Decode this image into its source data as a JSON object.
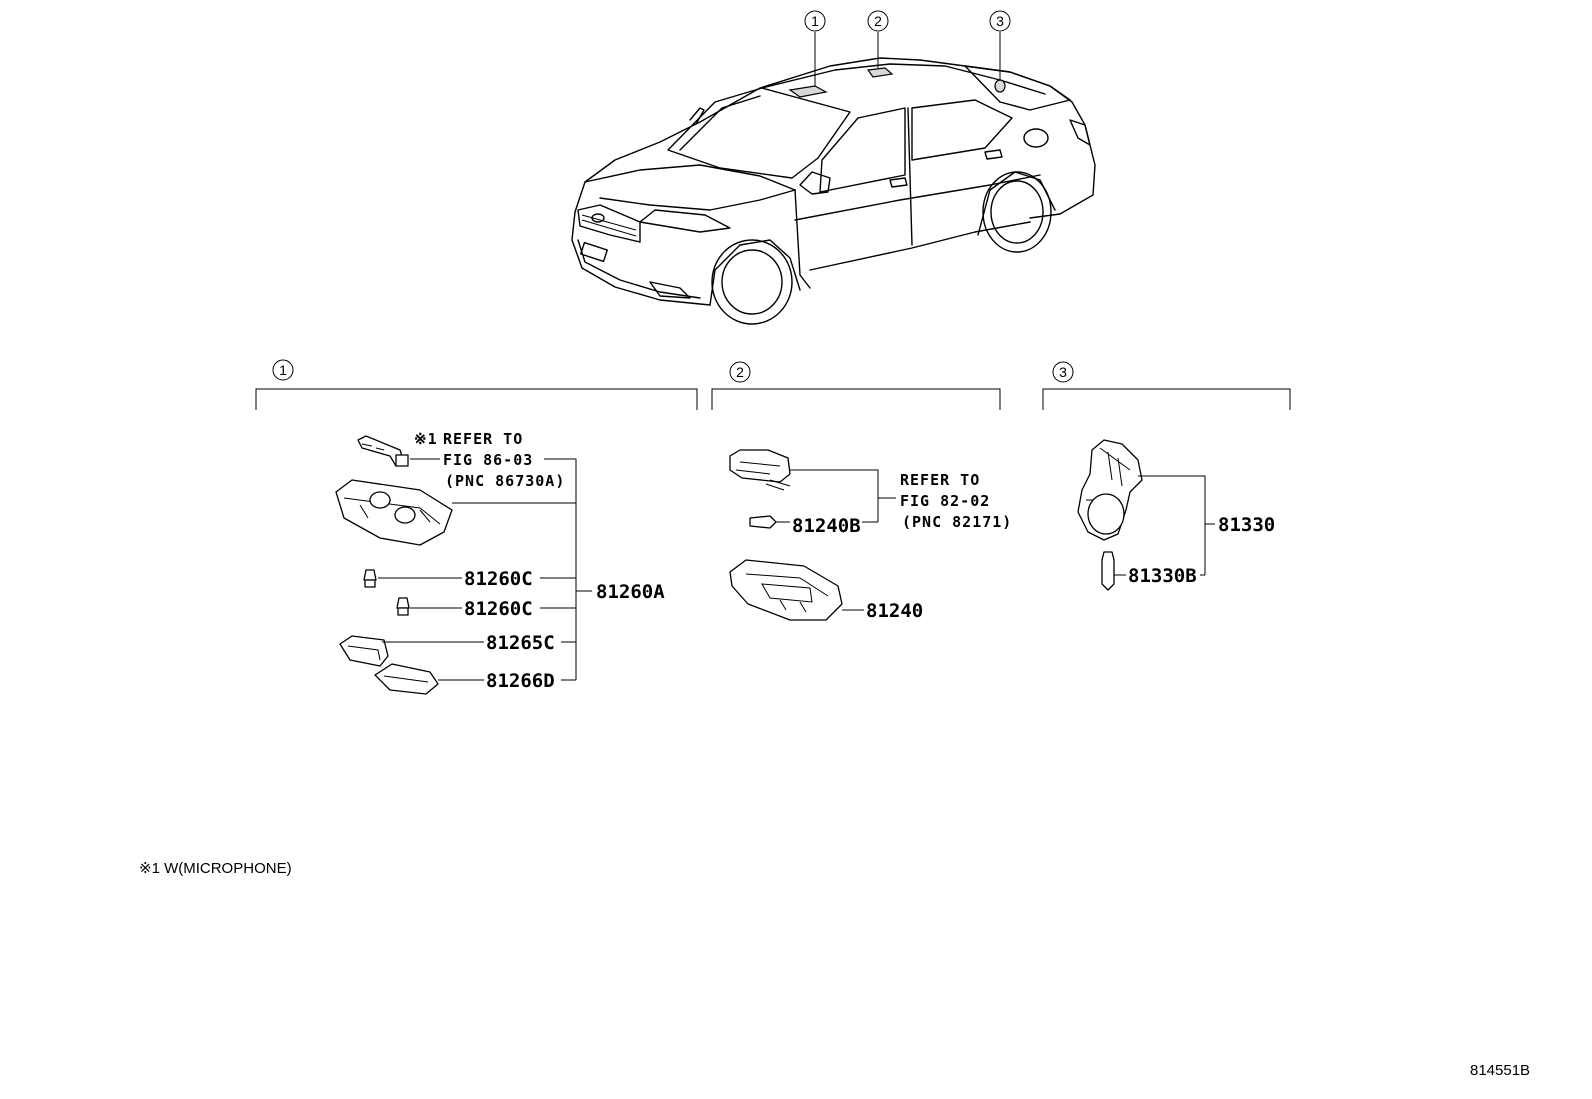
{
  "callouts": {
    "c1": "1",
    "c2": "2",
    "c3": "3"
  },
  "group1": {
    "note_mark": "※1",
    "refer_line1": "REFER TO",
    "refer_line2": "FIG 86-03",
    "refer_line3": "(PNC 86730A)",
    "assembly": "81260A",
    "bulb_a": "81260C",
    "bulb_b": "81260C",
    "lens_a": "81265C",
    "lens_b": "81266D"
  },
  "group2": {
    "refer_line1": "REFER TO",
    "refer_line2": "FIG 82-02",
    "refer_line3": "(PNC 82171)",
    "bulb": "81240B",
    "lamp": "81240"
  },
  "group3": {
    "lamp": "81330",
    "bulb": "81330B"
  },
  "footnote": "※1 W(MICROPHONE)",
  "figure_code": "814551B"
}
